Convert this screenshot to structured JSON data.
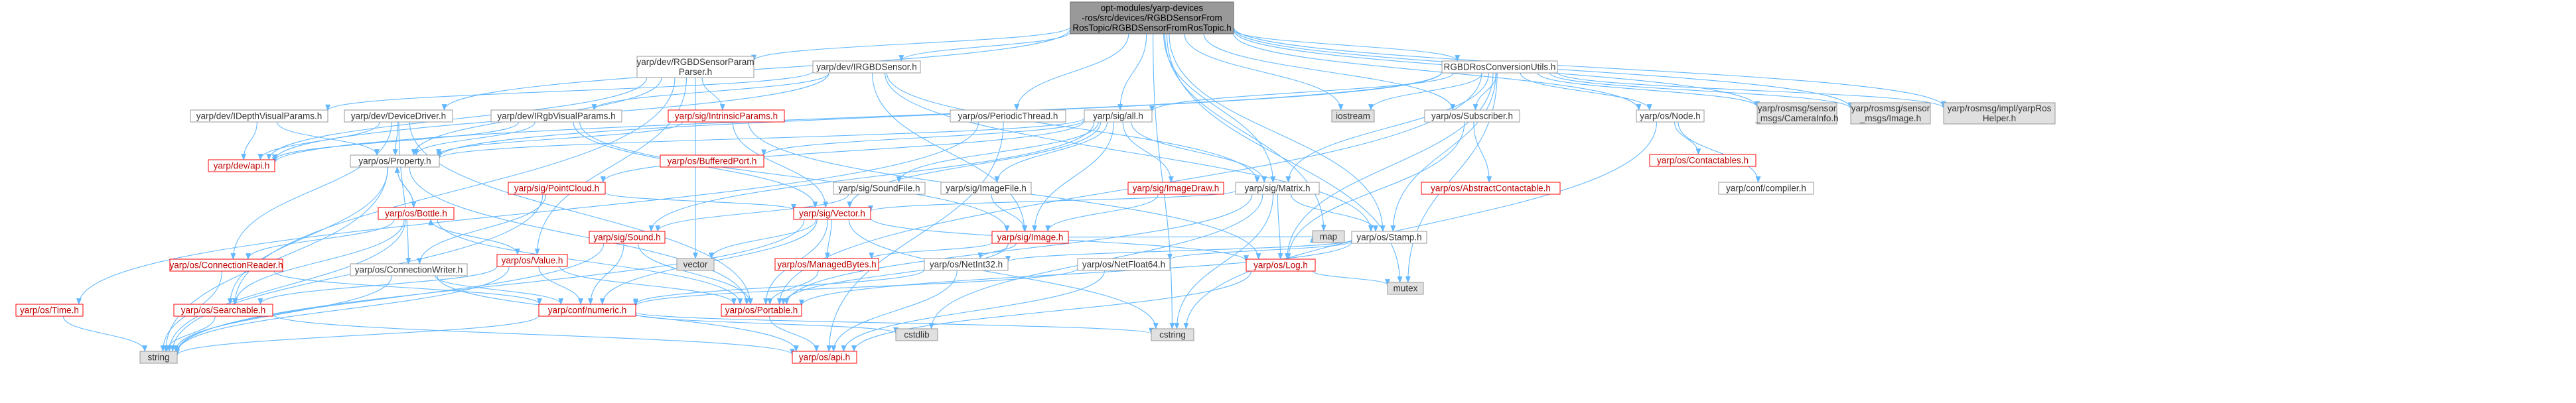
{
  "colors": {
    "edge": "#63b8ff",
    "text_default": "#333333",
    "text_red": "#bf0000",
    "fill_default": "#ffffff",
    "fill_root": "#999999",
    "fill_external": "#e0e0e0",
    "stroke_default": "#999999",
    "stroke_red": "#ff0000",
    "stroke_root": "#666666"
  },
  "nodes": [
    {
      "id": "root",
      "lines": [
        "opt-modules/yarp-devices",
        "-ros/src/devices/RGBDSensorFrom",
        "RosTopic/RGBDSensorFromRosTopic.h"
      ],
      "style": "root"
    },
    {
      "id": "rgbd_param",
      "lines": [
        "yarp/dev/RGBDSensorParam",
        "Parser.h"
      ],
      "style": "default"
    },
    {
      "id": "irgbdsensor",
      "lines": [
        "yarp/dev/IRGBDSensor.h"
      ],
      "style": "default"
    },
    {
      "id": "rgbdros",
      "lines": [
        "RGBDRosConversionUtils.h"
      ],
      "style": "default"
    },
    {
      "id": "devicedriver",
      "lines": [
        "yarp/dev/DeviceDriver.h"
      ],
      "style": "default"
    },
    {
      "id": "idepth",
      "lines": [
        "yarp/dev/IDepthVisualParams.h"
      ],
      "style": "default"
    },
    {
      "id": "irgbvis",
      "lines": [
        "yarp/dev/IRgbVisualParams.h"
      ],
      "style": "default"
    },
    {
      "id": "intrinsic",
      "lines": [
        "yarp/sig/IntrinsicParams.h"
      ],
      "style": "red"
    },
    {
      "id": "periodic",
      "lines": [
        "yarp/os/PeriodicThread.h"
      ],
      "style": "default"
    },
    {
      "id": "sigall",
      "lines": [
        "yarp/sig/all.h"
      ],
      "style": "default"
    },
    {
      "id": "iostream",
      "lines": [
        "iostream"
      ],
      "style": "external"
    },
    {
      "id": "subscriber",
      "lines": [
        "yarp/os/Subscriber.h"
      ],
      "style": "default"
    },
    {
      "id": "node",
      "lines": [
        "yarp/os/Node.h"
      ],
      "style": "default"
    },
    {
      "id": "caminfo",
      "lines": [
        "yarp/rosmsg/sensor",
        "_msgs/CameraInfo.h"
      ],
      "style": "external"
    },
    {
      "id": "rosimage",
      "lines": [
        "yarp/rosmsg/sensor",
        "_msgs/Image.h"
      ],
      "style": "external"
    },
    {
      "id": "roshelper",
      "lines": [
        "yarp/rosmsg/impl/yarpRos",
        "Helper.h"
      ],
      "style": "external"
    },
    {
      "id": "devapi",
      "lines": [
        "yarp/dev/api.h"
      ],
      "style": "red"
    },
    {
      "id": "property",
      "lines": [
        "yarp/os/Property.h"
      ],
      "style": "default"
    },
    {
      "id": "bufferedport",
      "lines": [
        "yarp/os/BufferedPort.h"
      ],
      "style": "red"
    },
    {
      "id": "pointcloud",
      "lines": [
        "yarp/sig/PointCloud.h"
      ],
      "style": "red"
    },
    {
      "id": "soundfile",
      "lines": [
        "yarp/sig/SoundFile.h"
      ],
      "style": "default"
    },
    {
      "id": "imagefile",
      "lines": [
        "yarp/sig/ImageFile.h"
      ],
      "style": "default"
    },
    {
      "id": "imagedraw",
      "lines": [
        "yarp/sig/ImageDraw.h"
      ],
      "style": "red"
    },
    {
      "id": "matrix",
      "lines": [
        "yarp/sig/Matrix.h"
      ],
      "style": "default"
    },
    {
      "id": "abscontact",
      "lines": [
        "yarp/os/AbstractContactable.h"
      ],
      "style": "red"
    },
    {
      "id": "contactables",
      "lines": [
        "yarp/os/Contactables.h"
      ],
      "style": "red"
    },
    {
      "id": "compiler",
      "lines": [
        "yarp/conf/compiler.h"
      ],
      "style": "default"
    },
    {
      "id": "bottle",
      "lines": [
        "yarp/os/Bottle.h"
      ],
      "style": "red"
    },
    {
      "id": "sound",
      "lines": [
        "yarp/sig/Sound.h"
      ],
      "style": "red"
    },
    {
      "id": "sigvector",
      "lines": [
        "yarp/sig/Vector.h"
      ],
      "style": "red"
    },
    {
      "id": "sigimage",
      "lines": [
        "yarp/sig/Image.h"
      ],
      "style": "red"
    },
    {
      "id": "stamp",
      "lines": [
        "yarp/os/Stamp.h"
      ],
      "style": "default"
    },
    {
      "id": "connreader",
      "lines": [
        "yarp/os/ConnectionReader.h"
      ],
      "style": "red"
    },
    {
      "id": "connwriter",
      "lines": [
        "yarp/os/ConnectionWriter.h"
      ],
      "style": "default"
    },
    {
      "id": "value",
      "lines": [
        "yarp/os/Value.h"
      ],
      "style": "red"
    },
    {
      "id": "vector",
      "lines": [
        "vector"
      ],
      "style": "external"
    },
    {
      "id": "managedbytes",
      "lines": [
        "yarp/os/ManagedBytes.h"
      ],
      "style": "red"
    },
    {
      "id": "netint32",
      "lines": [
        "yarp/os/NetInt32.h"
      ],
      "style": "default"
    },
    {
      "id": "netfloat64",
      "lines": [
        "yarp/os/NetFloat64.h"
      ],
      "style": "default"
    },
    {
      "id": "log",
      "lines": [
        "yarp/os/Log.h"
      ],
      "style": "red"
    },
    {
      "id": "map",
      "lines": [
        "map"
      ],
      "style": "external"
    },
    {
      "id": "mutex",
      "lines": [
        "mutex"
      ],
      "style": "external"
    },
    {
      "id": "time",
      "lines": [
        "yarp/os/Time.h"
      ],
      "style": "red"
    },
    {
      "id": "searchable",
      "lines": [
        "yarp/os/Searchable.h"
      ],
      "style": "red"
    },
    {
      "id": "numeric",
      "lines": [
        "yarp/conf/numeric.h"
      ],
      "style": "red"
    },
    {
      "id": "portable",
      "lines": [
        "yarp/os/Portable.h"
      ],
      "style": "red"
    },
    {
      "id": "string",
      "lines": [
        "string"
      ],
      "style": "external"
    },
    {
      "id": "osapi",
      "lines": [
        "yarp/os/api.h"
      ],
      "style": "red"
    },
    {
      "id": "cstdlib",
      "lines": [
        "cstdlib"
      ],
      "style": "external"
    },
    {
      "id": "cstring",
      "lines": [
        "cstring"
      ],
      "style": "external"
    }
  ],
  "edges": [
    [
      "root",
      "rgbd_param"
    ],
    [
      "root",
      "irgbdsensor"
    ],
    [
      "root",
      "rgbdros"
    ],
    [
      "root",
      "devicedriver"
    ],
    [
      "root",
      "periodic"
    ],
    [
      "root",
      "sigall"
    ],
    [
      "root",
      "iostream"
    ],
    [
      "root",
      "subscriber"
    ],
    [
      "root",
      "node"
    ],
    [
      "root",
      "caminfo"
    ],
    [
      "root",
      "rosimage"
    ],
    [
      "root",
      "roshelper"
    ],
    [
      "root",
      "matrix"
    ],
    [
      "root",
      "stamp"
    ],
    [
      "root",
      "map"
    ],
    [
      "root",
      "mutex"
    ],
    [
      "root",
      "cstring"
    ],
    [
      "rgbd_param",
      "intrinsic"
    ],
    [
      "rgbd_param",
      "property"
    ],
    [
      "rgbd_param",
      "devapi"
    ],
    [
      "rgbd_param",
      "vector"
    ],
    [
      "rgbd_param",
      "value"
    ],
    [
      "rgbd_param",
      "searchable"
    ],
    [
      "irgbdsensor",
      "idepth"
    ],
    [
      "irgbdsensor",
      "irgbvis"
    ],
    [
      "irgbdsensor",
      "devapi"
    ],
    [
      "irgbdsensor",
      "matrix"
    ],
    [
      "irgbdsensor",
      "stamp"
    ],
    [
      "irgbdsensor",
      "sigimage"
    ],
    [
      "rgbdros",
      "iostream"
    ],
    [
      "rgbdros",
      "caminfo"
    ],
    [
      "rgbdros",
      "rosimage"
    ],
    [
      "rgbdros",
      "roshelper"
    ],
    [
      "rgbdros",
      "sigall"
    ],
    [
      "rgbdros",
      "subscriber"
    ],
    [
      "rgbdros",
      "node"
    ],
    [
      "rgbdros",
      "stamp"
    ],
    [
      "rgbdros",
      "mutex"
    ],
    [
      "rgbdros",
      "matrix"
    ],
    [
      "rgbdros",
      "property"
    ],
    [
      "rgbdros",
      "log"
    ],
    [
      "rgbdros",
      "portable"
    ],
    [
      "rgbdros",
      "devapi"
    ],
    [
      "devicedriver",
      "devapi"
    ],
    [
      "devicedriver",
      "property"
    ],
    [
      "devicedriver",
      "connreader"
    ],
    [
      "devicedriver",
      "connwriter"
    ],
    [
      "devicedriver",
      "portable"
    ],
    [
      "idepth",
      "devapi"
    ],
    [
      "idepth",
      "property"
    ],
    [
      "irgbvis",
      "devapi"
    ],
    [
      "irgbvis",
      "property"
    ],
    [
      "irgbvis",
      "sigvector"
    ],
    [
      "irgbvis",
      "sigimage"
    ],
    [
      "intrinsic",
      "property"
    ],
    [
      "intrinsic",
      "sigvector"
    ],
    [
      "intrinsic",
      "log"
    ],
    [
      "periodic",
      "osapi"
    ],
    [
      "periodic",
      "time"
    ],
    [
      "sigall",
      "bufferedport"
    ],
    [
      "sigall",
      "pointcloud"
    ],
    [
      "sigall",
      "soundfile"
    ],
    [
      "sigall",
      "imagefile"
    ],
    [
      "sigall",
      "imagedraw"
    ],
    [
      "sigall",
      "matrix"
    ],
    [
      "sigall",
      "sigimage"
    ],
    [
      "sigall",
      "sigvector"
    ],
    [
      "sigall",
      "sound"
    ],
    [
      "sigall",
      "property"
    ],
    [
      "subscriber",
      "abscontact"
    ],
    [
      "subscriber",
      "log"
    ],
    [
      "node",
      "contactables"
    ],
    [
      "node",
      "compiler"
    ],
    [
      "node",
      "cstring"
    ],
    [
      "matrix",
      "sigvector"
    ],
    [
      "matrix",
      "stamp"
    ],
    [
      "matrix",
      "cstdlib"
    ],
    [
      "matrix",
      "cstring"
    ],
    [
      "matrix",
      "portable"
    ],
    [
      "matrix",
      "log"
    ],
    [
      "property",
      "bottle"
    ],
    [
      "property",
      "searchable"
    ],
    [
      "property",
      "portable"
    ],
    [
      "property",
      "string"
    ],
    [
      "pointcloud",
      "sigvector"
    ],
    [
      "pointcloud",
      "connwriter"
    ],
    [
      "pointcloud",
      "string"
    ],
    [
      "soundfile",
      "sound"
    ],
    [
      "imagefile",
      "sigimage"
    ],
    [
      "imagedraw",
      "sigimage"
    ],
    [
      "bottle",
      "property"
    ],
    [
      "bottle",
      "value"
    ],
    [
      "bottle",
      "searchable"
    ],
    [
      "bottle",
      "portable"
    ],
    [
      "bottle",
      "connreader"
    ],
    [
      "bottle",
      "string"
    ],
    [
      "sound",
      "numeric"
    ],
    [
      "sound",
      "portable"
    ],
    [
      "sound",
      "string"
    ],
    [
      "sigvector",
      "vector"
    ],
    [
      "sigvector",
      "managedbytes"
    ],
    [
      "sigvector",
      "portable"
    ],
    [
      "sigvector",
      "log"
    ],
    [
      "sigvector",
      "numeric"
    ],
    [
      "sigvector",
      "string"
    ],
    [
      "sigvector",
      "cstring"
    ],
    [
      "sigimage",
      "managedbytes"
    ],
    [
      "sigimage",
      "netint32"
    ],
    [
      "sigimage",
      "portable"
    ],
    [
      "sigimage",
      "map"
    ],
    [
      "stamp",
      "netint32"
    ],
    [
      "stamp",
      "netfloat64"
    ],
    [
      "stamp",
      "portable"
    ],
    [
      "connreader",
      "numeric"
    ],
    [
      "connreader",
      "string"
    ],
    [
      "connwriter",
      "numeric"
    ],
    [
      "connwriter",
      "string"
    ],
    [
      "connwriter",
      "osapi"
    ],
    [
      "value",
      "bottle"
    ],
    [
      "value",
      "searchable"
    ],
    [
      "value",
      "numeric"
    ],
    [
      "value",
      "string"
    ],
    [
      "value",
      "portable"
    ],
    [
      "managedbytes",
      "portable"
    ],
    [
      "netint32",
      "numeric"
    ],
    [
      "netint32",
      "osapi"
    ],
    [
      "netfloat64",
      "numeric"
    ],
    [
      "netfloat64",
      "osapi"
    ],
    [
      "log",
      "osapi"
    ],
    [
      "log",
      "mutex"
    ],
    [
      "time",
      "string"
    ],
    [
      "searchable",
      "string"
    ],
    [
      "searchable",
      "osapi"
    ],
    [
      "numeric",
      "string"
    ],
    [
      "numeric",
      "cstring"
    ],
    [
      "numeric",
      "cstdlib"
    ],
    [
      "portable",
      "osapi"
    ]
  ]
}
